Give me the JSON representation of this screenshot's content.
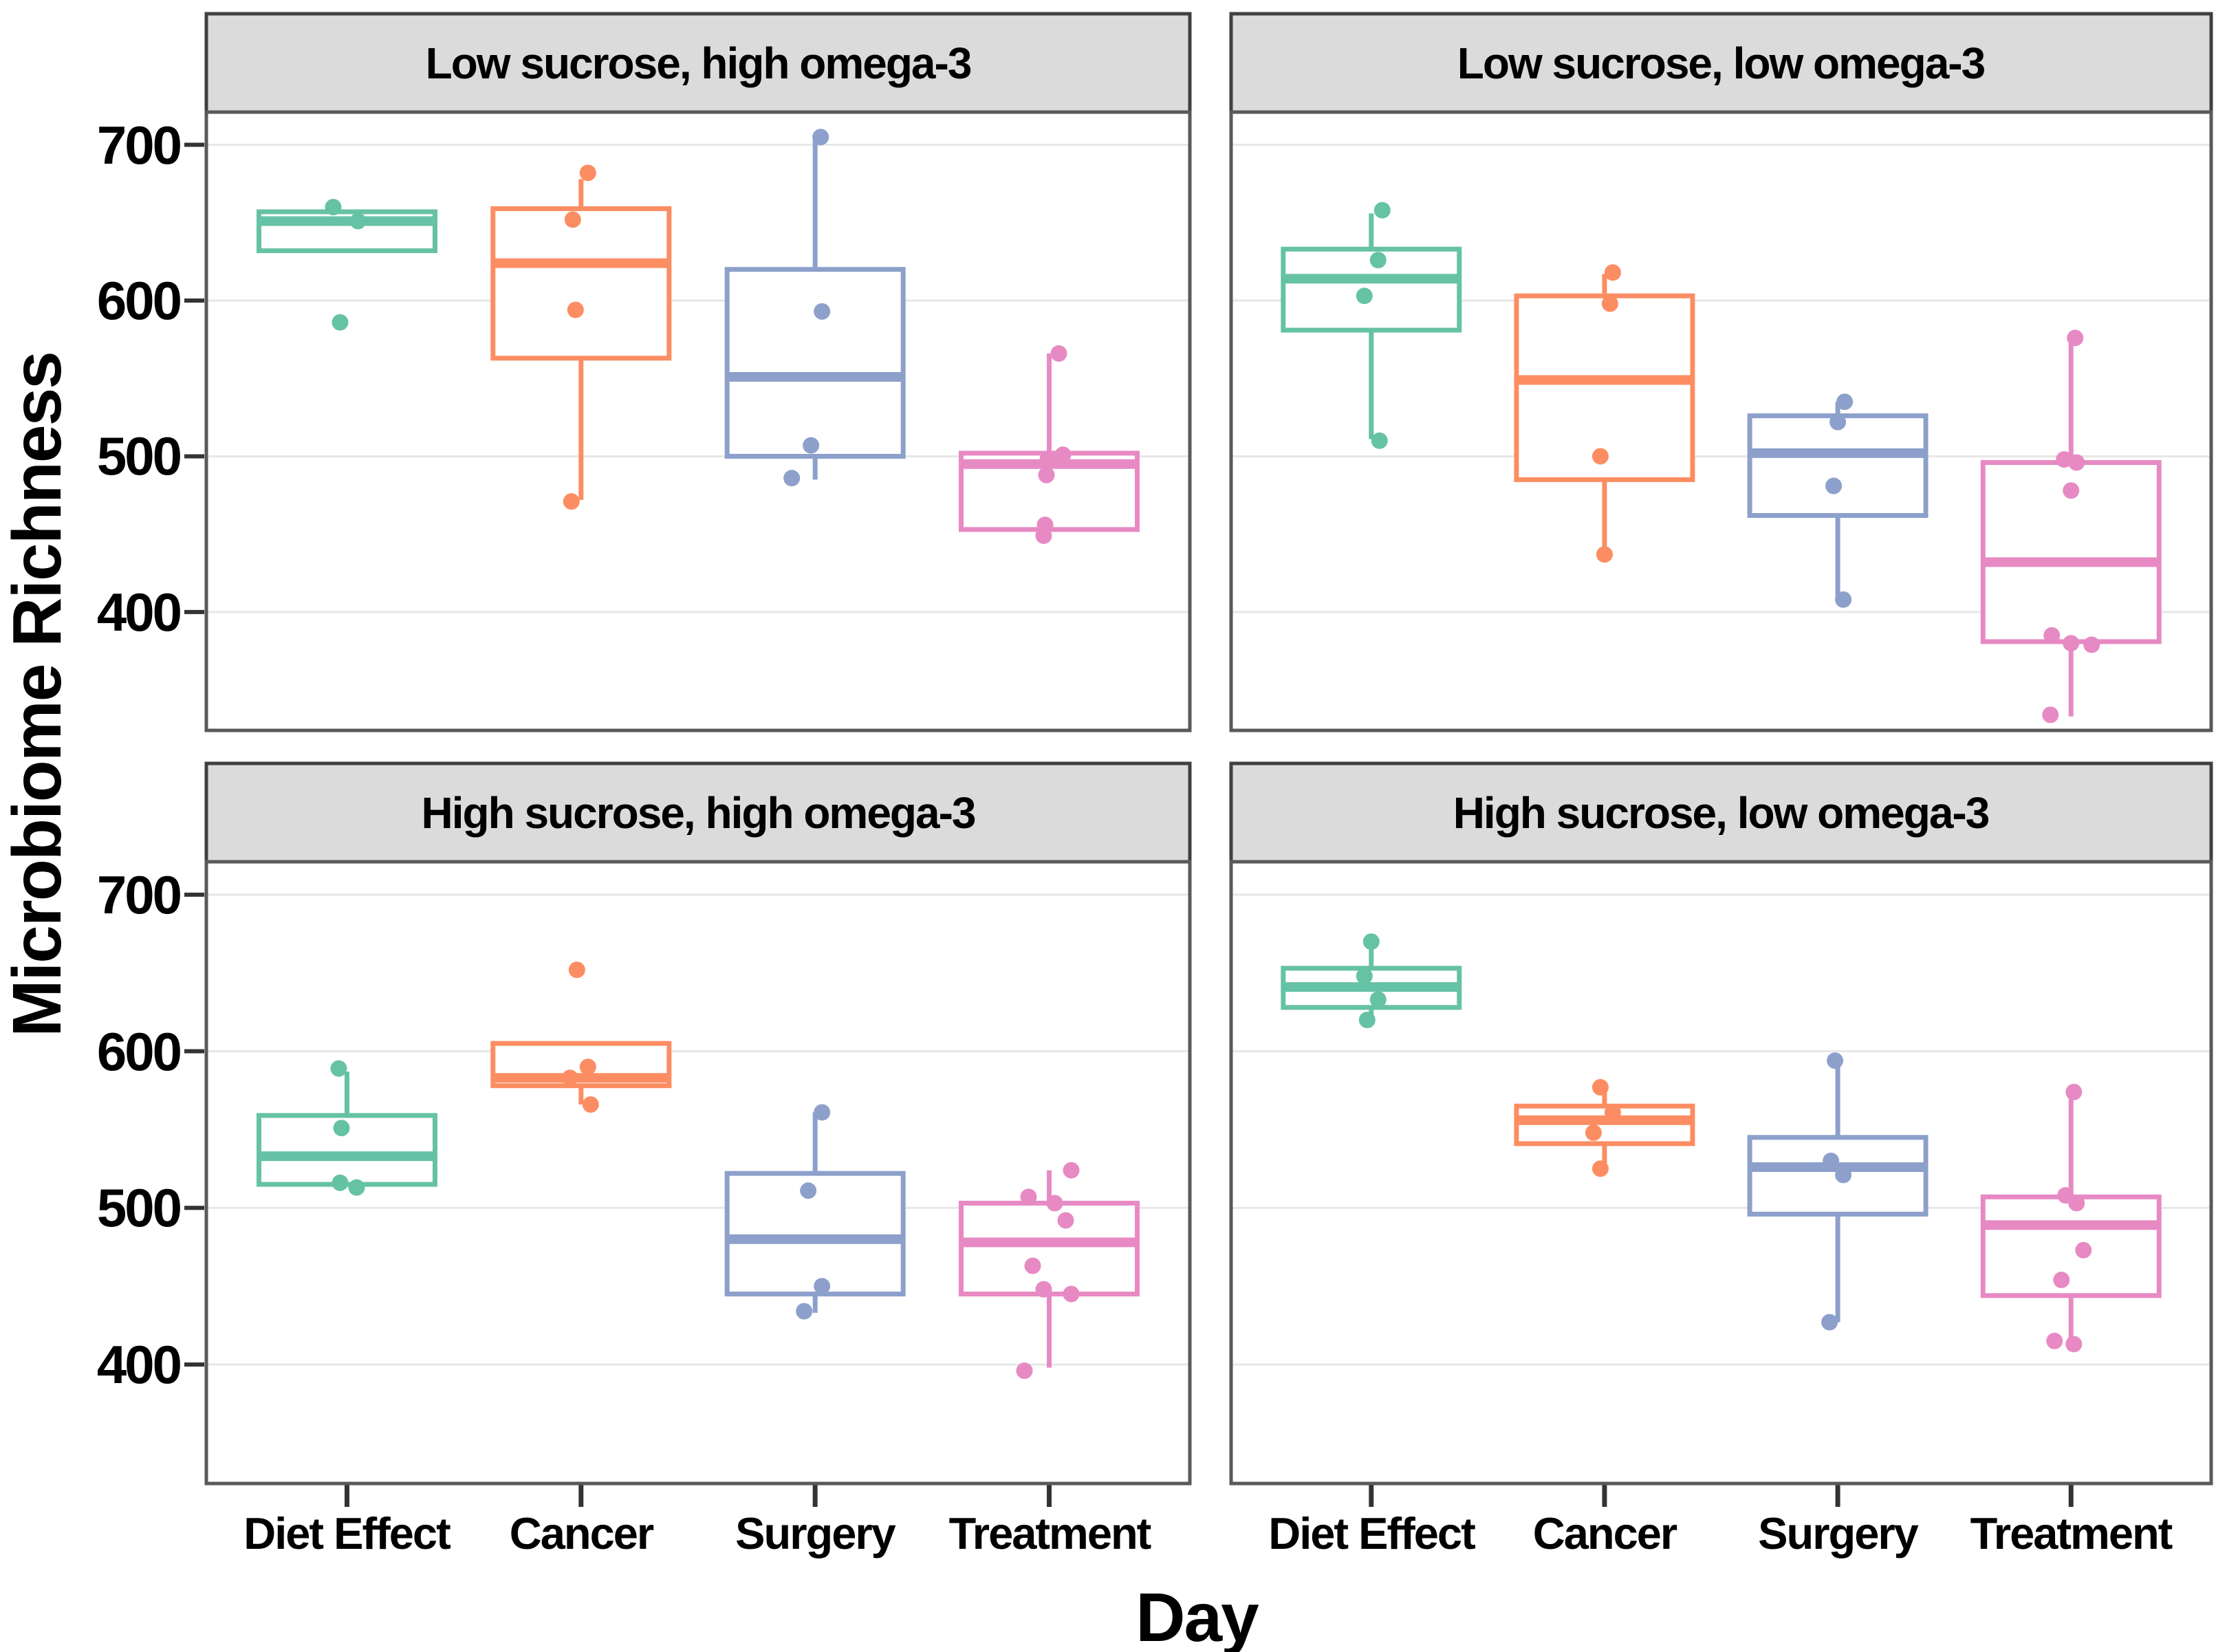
{
  "figure": {
    "xlabel": "Day",
    "ylabel": "Microbiome Richness"
  },
  "chart_data": {
    "type": "boxplot",
    "title": "",
    "xlabel": "Day",
    "ylabel": "Microbiome Richness",
    "categories": [
      "Diet Effect",
      "Cancer",
      "Surgery",
      "Treatment"
    ],
    "yticks": [
      700,
      600,
      500,
      400
    ],
    "ytick_labels": [
      "700",
      "600",
      "500",
      "400"
    ],
    "ylim": [
      324,
      721
    ],
    "grid": true,
    "legend": "none",
    "colors": [
      "#66C2A5",
      "#FC8D62",
      "#8DA0CB",
      "#E78AC3"
    ],
    "style_colors": {
      "strip_background": "#DBDBDB",
      "strip_border": "#404040",
      "panel_border": "#595959",
      "gridline": "#E7E7E7",
      "tick_mark": "#333333"
    },
    "facets": [
      {
        "title": "Low sucrose, high omega-3",
        "row": 0,
        "col": 0,
        "groups": [
          {
            "category": "Diet Effect",
            "q1": 632,
            "median": 651,
            "q3": 657,
            "whisker_low": 632,
            "whisker_high": 657,
            "points": [
              [
                660,
                -20
              ],
              [
                651,
                16
              ],
              [
                586,
                -10
              ]
            ]
          },
          {
            "category": "Cancer",
            "q1": 563,
            "median": 624,
            "q3": 659,
            "whisker_low": 472,
            "whisker_high": 678,
            "points": [
              [
                682,
                10
              ],
              [
                652,
                -12
              ],
              [
                594,
                -8
              ],
              [
                471,
                -14
              ]
            ]
          },
          {
            "category": "Surgery",
            "q1": 500,
            "median": 551,
            "q3": 620,
            "whisker_low": 485,
            "whisker_high": 704,
            "points": [
              [
                705,
                8
              ],
              [
                593,
                10
              ],
              [
                507,
                -6
              ],
              [
                486,
                -34
              ]
            ]
          },
          {
            "category": "Treatment",
            "q1": 453,
            "median": 495,
            "q3": 502,
            "whisker_low": 453,
            "whisker_high": 566,
            "points": [
              [
                566,
                14
              ],
              [
                501,
                20
              ],
              [
                498,
                -2
              ],
              [
                488,
                -4
              ],
              [
                456,
                -6
              ],
              [
                449,
                -8
              ]
            ]
          }
        ]
      },
      {
        "title": "Low sucrose, low omega-3",
        "row": 0,
        "col": 1,
        "groups": [
          {
            "category": "Diet Effect",
            "q1": 581,
            "median": 614,
            "q3": 633,
            "whisker_low": 511,
            "whisker_high": 656,
            "points": [
              [
                658,
                16
              ],
              [
                626,
                10
              ],
              [
                603,
                -10
              ],
              [
                510,
                12
              ]
            ]
          },
          {
            "category": "Cancer",
            "q1": 485,
            "median": 549,
            "q3": 603,
            "whisker_low": 437,
            "whisker_high": 617,
            "points": [
              [
                618,
                12
              ],
              [
                598,
                8
              ],
              [
                500,
                -6
              ],
              [
                437,
                0
              ]
            ]
          },
          {
            "category": "Surgery",
            "q1": 462,
            "median": 502,
            "q3": 526,
            "whisker_low": 407,
            "whisker_high": 535,
            "points": [
              [
                535,
                10
              ],
              [
                522,
                0
              ],
              [
                481,
                -6
              ],
              [
                408,
                8
              ]
            ]
          },
          {
            "category": "Treatment",
            "q1": 381,
            "median": 432,
            "q3": 496,
            "whisker_low": 333,
            "whisker_high": 576,
            "points": [
              [
                576,
                6
              ],
              [
                498,
                -10
              ],
              [
                496,
                8
              ],
              [
                478,
                0
              ],
              [
                385,
                -28
              ],
              [
                380,
                0
              ],
              [
                379,
                30
              ],
              [
                334,
                -30
              ]
            ]
          }
        ]
      },
      {
        "title": "High sucrose, high omega-3",
        "row": 1,
        "col": 0,
        "groups": [
          {
            "category": "Diet Effect",
            "q1": 515,
            "median": 533,
            "q3": 559,
            "whisker_low": 515,
            "whisker_high": 587,
            "points": [
              [
                589,
                -12
              ],
              [
                551,
                -8
              ],
              [
                516,
                -10
              ],
              [
                513,
                14
              ]
            ]
          },
          {
            "category": "Cancer",
            "q1": 578,
            "median": 583,
            "q3": 605,
            "whisker_low": 566,
            "whisker_high": 605,
            "points": [
              [
                652,
                -6
              ],
              [
                590,
                10
              ],
              [
                583,
                -16
              ],
              [
                566,
                14
              ]
            ]
          },
          {
            "category": "Surgery",
            "q1": 445,
            "median": 480,
            "q3": 522,
            "whisker_low": 433,
            "whisker_high": 561,
            "points": [
              [
                561,
                10
              ],
              [
                511,
                -10
              ],
              [
                450,
                10
              ],
              [
                434,
                -16
              ]
            ]
          },
          {
            "category": "Treatment",
            "q1": 445,
            "median": 478,
            "q3": 503,
            "whisker_low": 398,
            "whisker_high": 524,
            "points": [
              [
                524,
                32
              ],
              [
                507,
                -30
              ],
              [
                503,
                8
              ],
              [
                492,
                24
              ],
              [
                463,
                -24
              ],
              [
                448,
                -8
              ],
              [
                445,
                32
              ],
              [
                396,
                -36
              ]
            ]
          }
        ]
      },
      {
        "title": "High sucrose, low omega-3",
        "row": 1,
        "col": 1,
        "groups": [
          {
            "category": "Diet Effect",
            "q1": 628,
            "median": 641,
            "q3": 653,
            "whisker_low": 620,
            "whisker_high": 670,
            "points": [
              [
                670,
                0
              ],
              [
                648,
                -10
              ],
              [
                633,
                10
              ],
              [
                620,
                -6
              ]
            ]
          },
          {
            "category": "Cancer",
            "q1": 541,
            "median": 556,
            "q3": 565,
            "whisker_low": 525,
            "whisker_high": 577,
            "points": [
              [
                577,
                -6
              ],
              [
                561,
                12
              ],
              [
                548,
                -16
              ],
              [
                525,
                -6
              ]
            ]
          },
          {
            "category": "Surgery",
            "q1": 496,
            "median": 526,
            "q3": 545,
            "whisker_low": 427,
            "whisker_high": 594,
            "points": [
              [
                594,
                -4
              ],
              [
                530,
                -10
              ],
              [
                521,
                8
              ],
              [
                427,
                -12
              ]
            ]
          },
          {
            "category": "Treatment",
            "q1": 444,
            "median": 489,
            "q3": 507,
            "whisker_low": 413,
            "whisker_high": 574,
            "points": [
              [
                574,
                4
              ],
              [
                508,
                -8
              ],
              [
                503,
                8
              ],
              [
                473,
                18
              ],
              [
                454,
                -14
              ],
              [
                415,
                -24
              ],
              [
                413,
                4
              ]
            ]
          }
        ]
      }
    ]
  }
}
